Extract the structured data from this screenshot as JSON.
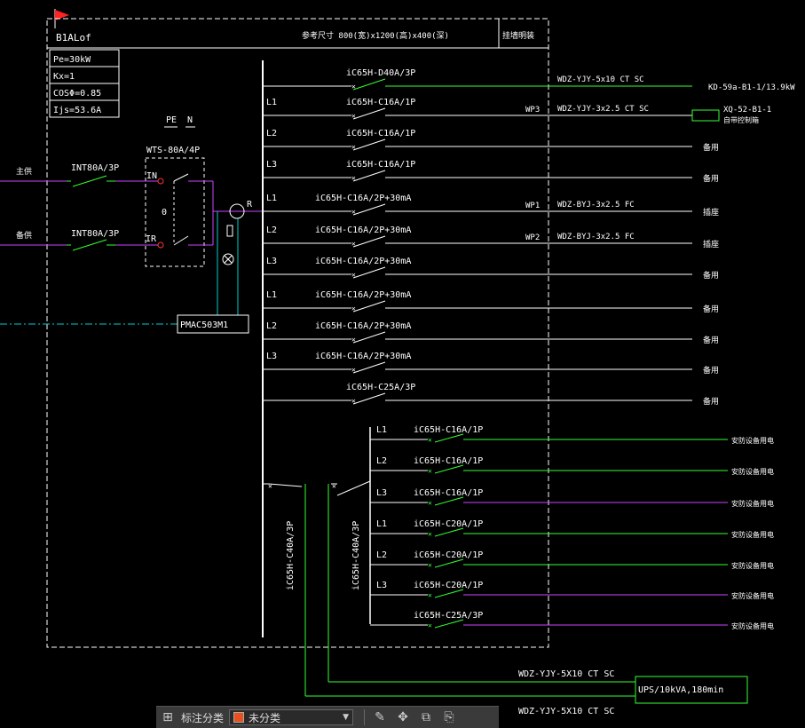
{
  "panel": {
    "name": "B1AL",
    "name_suffix": "of",
    "size": "参考尺寸  800(宽)x1200(高)x400(深)",
    "mount": "挂墙明装",
    "params": [
      "Pe=30kW",
      "Kx=1",
      "COSΦ=0.85",
      "Ijs=53.6A"
    ]
  },
  "incoming": {
    "pe_label": "PE",
    "n_label": "N",
    "ats": "WTS-80A/4P",
    "ats_in": "IN",
    "ats_ir": "IR",
    "ats_zero": "0",
    "main_label": "主供",
    "backup_label": "备供",
    "breaker_main": "INT80A/3P",
    "breaker_backup": "INT80A/3P",
    "meter_label": "R",
    "pmac": "PMAC503M1"
  },
  "circuits": [
    {
      "phase": "",
      "breaker": "iC65H-D40A/3P",
      "code": "",
      "cable": "WDZ-YJY-5x10  CT  SC",
      "dest": "KD-59a-B1-1/13.9kW"
    },
    {
      "phase": "L1",
      "breaker": "iC65H-C16A/1P",
      "code": "WP3",
      "cable": "WDZ-YJY-3x2.5  CT  SC",
      "dest": "XQ-52-B1-1",
      "dest2": "自带控制箱"
    },
    {
      "phase": "L2",
      "breaker": "iC65H-C16A/1P",
      "code": "",
      "cable": "",
      "dest": "备用"
    },
    {
      "phase": "L3",
      "breaker": "iC65H-C16A/1P",
      "code": "",
      "cable": "",
      "dest": "备用"
    },
    {
      "phase": "L1",
      "breaker": "iC65H-C16A/2P+30mA",
      "code": "WP1",
      "cable": "WDZ-BYJ-3x2.5  FC",
      "dest": "插座"
    },
    {
      "phase": "L2",
      "breaker": "iC65H-C16A/2P+30mA",
      "code": "WP2",
      "cable": "WDZ-BYJ-3x2.5  FC",
      "dest": "插座"
    },
    {
      "phase": "L3",
      "breaker": "iC65H-C16A/2P+30mA",
      "code": "",
      "cable": "",
      "dest": "备用"
    },
    {
      "phase": "L1",
      "breaker": "iC65H-C16A/2P+30mA",
      "code": "",
      "cable": "",
      "dest": "备用"
    },
    {
      "phase": "L2",
      "breaker": "iC65H-C16A/2P+30mA",
      "code": "",
      "cable": "",
      "dest": "备用"
    },
    {
      "phase": "L3",
      "breaker": "iC65H-C16A/2P+30mA",
      "code": "",
      "cable": "",
      "dest": "备用"
    },
    {
      "phase": "",
      "breaker": "iC65H-C25A/3P",
      "code": "",
      "cable": "",
      "dest": "备用"
    }
  ],
  "ups_section": {
    "breaker_a": "iC65H-C40A/3P",
    "breaker_b": "iC65H-C40A/3P",
    "circuits": [
      {
        "phase": "L1",
        "breaker": "iC65H-C16A/1P",
        "dest": "安防设备用电"
      },
      {
        "phase": "L2",
        "breaker": "iC65H-C16A/1P",
        "dest": "安防设备用电"
      },
      {
        "phase": "L3",
        "breaker": "iC65H-C16A/1P",
        "dest": "安防设备用电"
      },
      {
        "phase": "L1",
        "breaker": "iC65H-C20A/1P",
        "dest": "安防设备用电"
      },
      {
        "phase": "L2",
        "breaker": "iC65H-C20A/1P",
        "dest": "安防设备用电"
      },
      {
        "phase": "L3",
        "breaker": "iC65H-C20A/1P",
        "dest": "安防设备用电"
      },
      {
        "phase": "",
        "breaker": "iC65H-C25A/3P",
        "dest": "安防设备用电"
      }
    ],
    "cable_in": "WDZ-YJY-5X10  CT  SC",
    "cable_out": "WDZ-YJY-5X10  CT  SC",
    "ups": "UPS/10kVA,180min"
  },
  "colors": {
    "background": "#000000",
    "white": "#ffffff",
    "green": "#33ff33",
    "magenta": "#cc44ff",
    "cyan": "#00cccc",
    "red": "#ff3333"
  },
  "toolbar": {
    "label": "标注分类",
    "selected": "未分类",
    "icons": [
      "grid-icon",
      "edit-icon",
      "move-icon",
      "copy-icon",
      "paste-icon"
    ]
  }
}
